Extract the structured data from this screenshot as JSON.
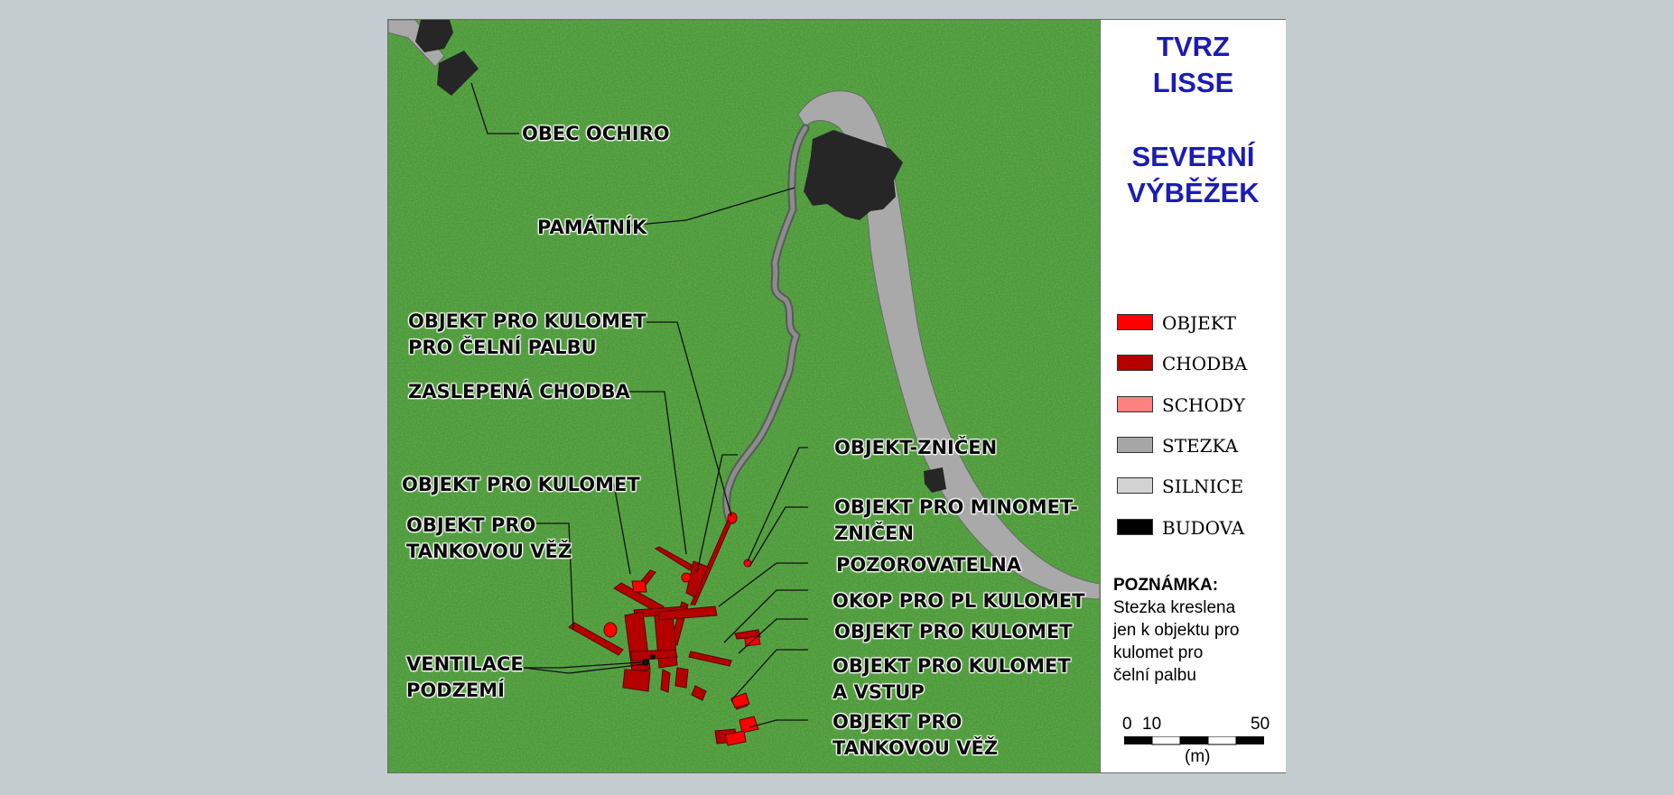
{
  "title": [
    "TVRZ",
    "LISSE"
  ],
  "subtitle": [
    "SEVERNÍ",
    "VÝBĚŽEK"
  ],
  "labels": {
    "obec": "OBEC OCHIRO",
    "pamatnik": "PAMÁTNÍK",
    "kulomet_celni": [
      "OBJEKT PRO KULOMET",
      "PRO ČELNÍ PALBU"
    ],
    "zaslepena": "ZASLEPENÁ CHODBA",
    "objekt_zniceny": "OBJEKT-ZNIČEN",
    "kulomet_1": "OBJEKT PRO KULOMET",
    "minomet": [
      "OBJEKT PRO MINOMET-",
      "ZNIČEN"
    ],
    "tankova_vez_1": [
      "OBJEKT PRO",
      "TANKOVOU VĚŽ"
    ],
    "pozorovatelna": "POZOROVATELNA",
    "okop": "OKOP PRO PL KULOMET",
    "kulomet_2": "OBJEKT PRO KULOMET",
    "ventilace": [
      "VENTILACE",
      "PODZEMÍ"
    ],
    "kulomet_vstup": [
      "OBJEKT PRO KULOMET",
      "A VSTUP"
    ],
    "tankova_vez_2": [
      "OBJEKT PRO",
      "TANKOVOU VĚŽ"
    ]
  },
  "legend": [
    {
      "label": "OBJEKT",
      "color": "#ff0000"
    },
    {
      "label": "CHODBA",
      "color": "#b40000"
    },
    {
      "label": "SCHODY",
      "color": "#ff8080"
    },
    {
      "label": "STEZKA",
      "color": "#a6a6a6"
    },
    {
      "label": "SILNICE",
      "color": "#d2d2d2"
    },
    {
      "label": "BUDOVA",
      "color": "#000000"
    }
  ],
  "note": {
    "title": "POZNÁMKA:",
    "lines": [
      "Stezka kreslena",
      "jen k objektu pro",
      "kulomet pro",
      "čelní palbu"
    ]
  },
  "scale": {
    "tick_0": "0",
    "tick_10": "10",
    "tick_50": "50",
    "unit": "(m)"
  },
  "colors": {
    "grass": "#4e9a3a",
    "title": "#1c1cb4",
    "road": "#a9a9a9",
    "path": "#8c8c8c",
    "building": "#262626"
  }
}
